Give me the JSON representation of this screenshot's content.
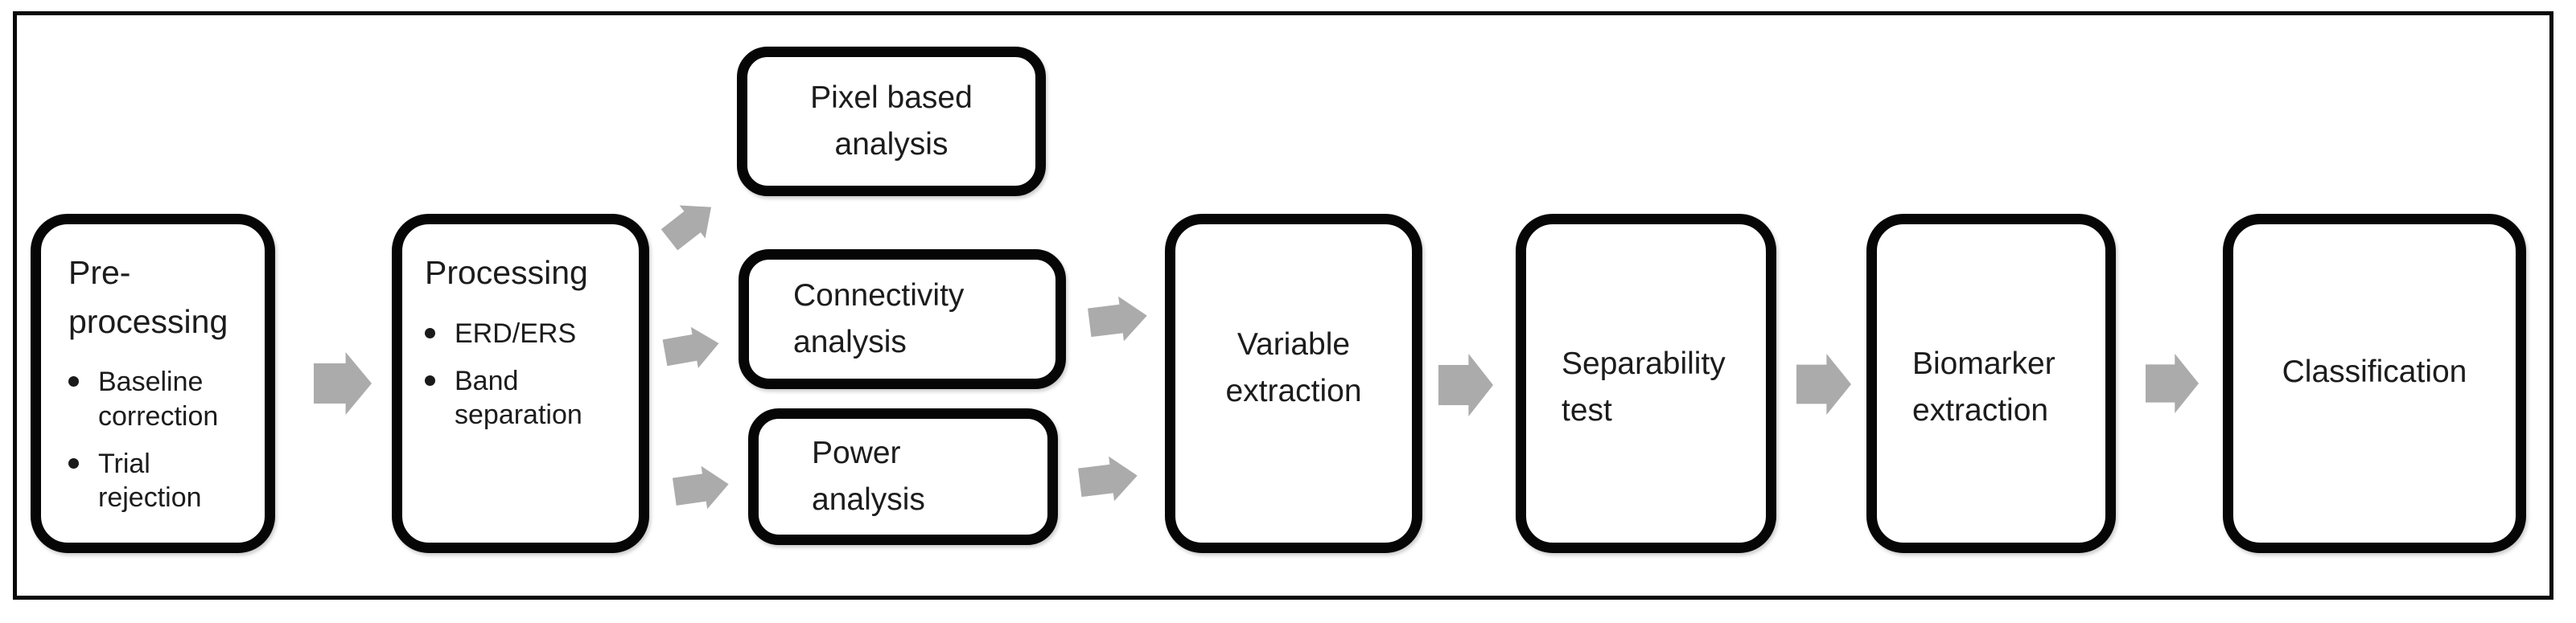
{
  "nodes": {
    "preprocessing": {
      "title": "Pre-processing",
      "bullets": [
        "Baseline correction",
        "Trial rejection"
      ]
    },
    "processing": {
      "title": "Processing",
      "bullets": [
        "ERD/ERS",
        "Band separation"
      ]
    },
    "pixel_based": {
      "label": "Pixel based analysis"
    },
    "connectivity": {
      "label": "Connectivity analysis"
    },
    "power": {
      "label": "Power analysis"
    },
    "variable": {
      "label": "Variable extraction"
    },
    "separability": {
      "label": "Separability test"
    },
    "biomarker": {
      "label": "Biomarker extraction"
    },
    "classification": {
      "label": "Classification"
    }
  },
  "arrows": [
    {
      "from": "Pre-processing",
      "to": "Processing"
    },
    {
      "from": "Processing",
      "to": "Pixel based analysis"
    },
    {
      "from": "Processing",
      "to": "Connectivity analysis"
    },
    {
      "from": "Processing",
      "to": "Power analysis"
    },
    {
      "from": "Connectivity analysis",
      "to": "Variable extraction"
    },
    {
      "from": "Power analysis",
      "to": "Variable extraction"
    },
    {
      "from": "Variable extraction",
      "to": "Separability test"
    },
    {
      "from": "Separability test",
      "to": "Biomarker extraction"
    },
    {
      "from": "Biomarker extraction",
      "to": "Classification"
    }
  ],
  "colors": {
    "arrow": "#ababab",
    "box_border": "#060606",
    "text": "#1c1c1c",
    "background": "#ffffff"
  }
}
